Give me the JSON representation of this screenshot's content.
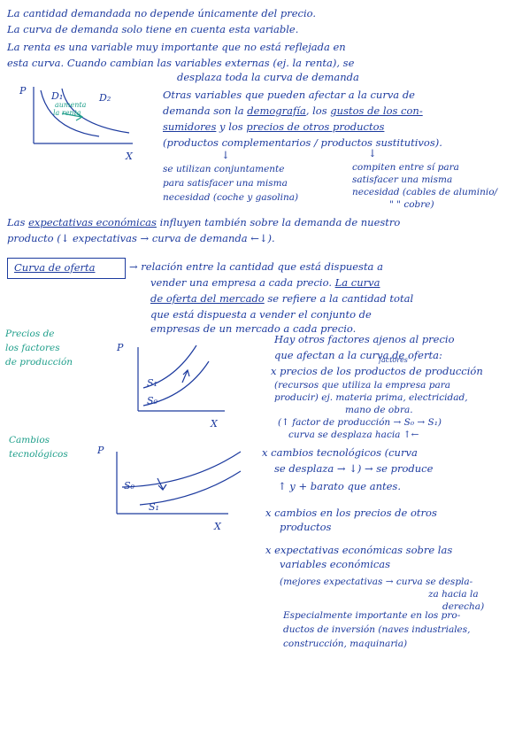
{
  "lines": {
    "l01": "La cantidad demandada no depende únicamente del precio.",
    "l02": "La curva de demanda solo tiene en cuenta esta variable.",
    "l03": "La renta es una variable muy importante que no está reflejada en",
    "l04": "esta curva. Cuando cambian las variables externas (ej. la renta), se",
    "l05": "desplaza toda la curva de demanda",
    "l06": "Otras variables que pueden afectar a la curva de",
    "l07a": "demanda son la ",
    "l07b": "demografía",
    "l07c": ", los ",
    "l07d": "gustos de los con-",
    "l08a": "sumidores",
    "l08b": " y los ",
    "l08c": "precios de otros productos",
    "l09": "(productos complementarios / productos sustitutivos).",
    "l10": "se utilizan conjuntamente",
    "l11": "para satisfacer una misma",
    "l12": "necesidad (coche y gasolina)",
    "l13": "compiten entre sí para",
    "l14": "satisfacer una misma",
    "l15": "necesidad (cables de aluminio/",
    "l16": "\"      \" cobre)",
    "l17a": "Las ",
    "l17b": "expectativas económicas",
    "l17c": " influyen también sobre la demanda de nuestro",
    "l18": "producto (↓ expectativas → curva de demanda ←↓).",
    "box_label": "Curva de oferta",
    "l19": "→ relación entre la cantidad que está dispuesta a",
    "l20a": "vender una empresa a cada precio. ",
    "l20b": "La curva",
    "l21a": "de oferta del mercado",
    "l21b": " se refiere a la cantidad total",
    "l22": "que está dispuesta a vender el conjunto de",
    "l23": "empresas de un mercado a cada precio.",
    "l24": "Hay otros factores ajenos al precio",
    "l25": "que afectan a la curva de oferta:",
    "l26": "x precios de los productos de producción",
    "l26_sup": "factores",
    "l27": "(recursos que utiliza la empresa para",
    "l28": "producir) ej. materia prima, electricidad,",
    "l29": "mano de obra.",
    "l30": "(↑ factor de producción → S₀ → S₁)",
    "l31": "curva se desplaza hacia ↑←",
    "l32": "x cambios tecnológicos (curva",
    "l33": "se desplaza → ↓) → se produce",
    "l34": "↑ y + barato que antes.",
    "l35": "x cambios en los precios de otros",
    "l36": "productos",
    "l37": "x expectativas económicas sobre las",
    "l38": "variables económicas",
    "l39": "(mejores expectativas → curva se despla-",
    "l40": "za hacia la",
    "l41": "derecha)",
    "l42": "Especialmente importante en los pro-",
    "l43": "ductos de inversión (naves industriales,",
    "l44": "construcción, maquinaria)"
  },
  "margin_notes": {
    "m1a": "Precios de",
    "m1b": "los factores",
    "m1c": "de producción",
    "m2a": "Cambios",
    "m2b": "tecnológicos"
  },
  "graph1": {
    "p": "P",
    "x": "X",
    "d1": "D₁",
    "d2": "D₂",
    "note_a": "aumenta",
    "note_b": "la renta"
  },
  "graph2": {
    "p": "P",
    "x": "X",
    "s1": "S₁",
    "s0": "S₀"
  },
  "graph3": {
    "p": "P",
    "x": "X",
    "s0": "S₀",
    "s1": "S₁"
  },
  "colors": {
    "ink": "#1c3a9e",
    "green": "#1e9e8a"
  }
}
